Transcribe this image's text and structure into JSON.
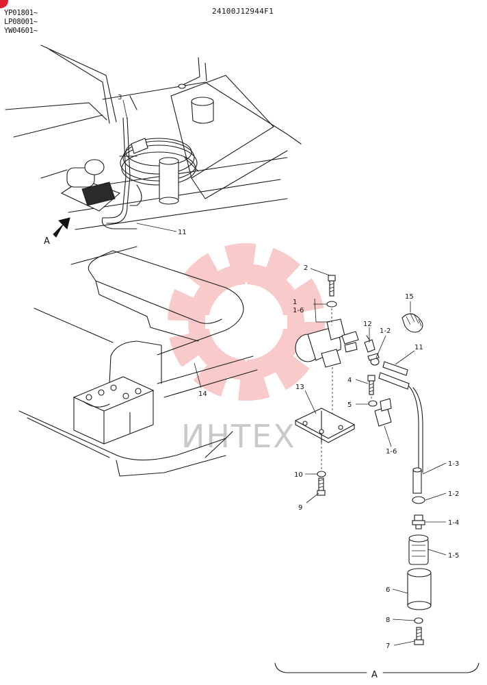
{
  "header": {
    "serials": [
      "YP01801~",
      "LP08001~",
      "YW04601~"
    ],
    "doc_code": "24100J12944F1"
  },
  "view": {
    "arrow_label": "A",
    "detail_label": "A"
  },
  "watermark": {
    "text": "ИНТЕХ",
    "color": "#f06a6a"
  },
  "callouts": {
    "c3": "3",
    "c11a": "11",
    "c2": "2",
    "c1": "1",
    "c1_6a": "1-6",
    "c12": "12",
    "c1_2a": "1-2",
    "c15": "15",
    "c11b": "11",
    "c4": "4",
    "c5": "5",
    "c13": "13",
    "c1_6b": "1-6",
    "c14": "14",
    "c10": "10",
    "c9": "9",
    "c1_3": "1-3",
    "c1_2b": "1-2",
    "c1_4": "1-4",
    "c1_5": "1-5",
    "c6": "6",
    "c8": "8",
    "c7": "7"
  }
}
